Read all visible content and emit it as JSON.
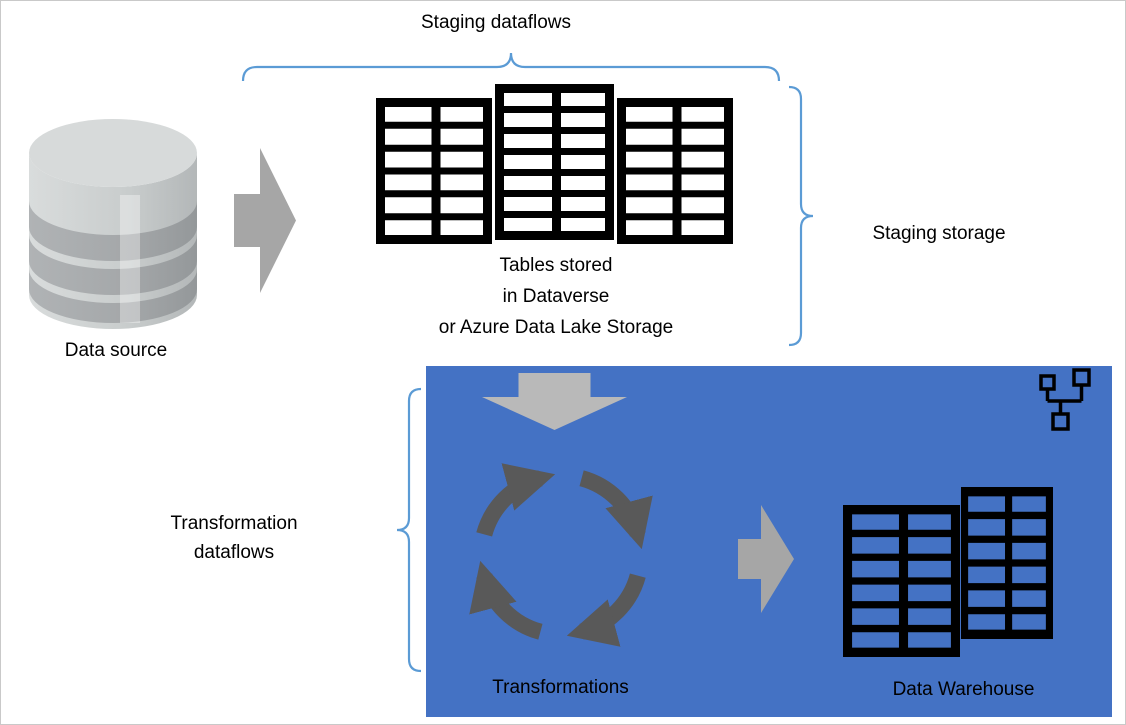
{
  "labels": {
    "staging_dataflows": "Staging dataflows",
    "data_source": "Data source",
    "tables_caption": [
      "Tables stored",
      "in Dataverse",
      "or Azure Data Lake Storage"
    ],
    "staging_storage": "Staging storage",
    "transformation_dataflows": [
      "Transformation",
      "dataflows"
    ],
    "transformations": "Transformations",
    "data_warehouse": "Data Warehouse"
  },
  "icons": {
    "database": "database-icon",
    "arrow_right_staging": "arrow-right-icon",
    "arrow_down": "arrow-down-icon",
    "arrow_right_transform": "arrow-right-icon",
    "staging_tables": [
      "table-icon",
      "table-icon",
      "table-icon"
    ],
    "warehouse_tables": [
      "table-icon",
      "table-icon"
    ],
    "cycle": "cycle-arrows-icon",
    "hierarchy": "hierarchy-icon",
    "braces": [
      "top-curly-brace",
      "right-curly-brace",
      "left-curly-brace"
    ]
  },
  "colors": {
    "panel_blue": "#4472C4",
    "arrow_gray": "#A6A6A6",
    "arrow_light_gray": "#B9B9B9",
    "cycle_arrow_gray": "#595959",
    "brace_blue": "#5B9BD5",
    "table_outline": "#000000",
    "database_light_gray": "#CFD3D3",
    "database_dark_gray": "#A7AAAC",
    "text": "#000000",
    "background": "#FFFFFF"
  }
}
